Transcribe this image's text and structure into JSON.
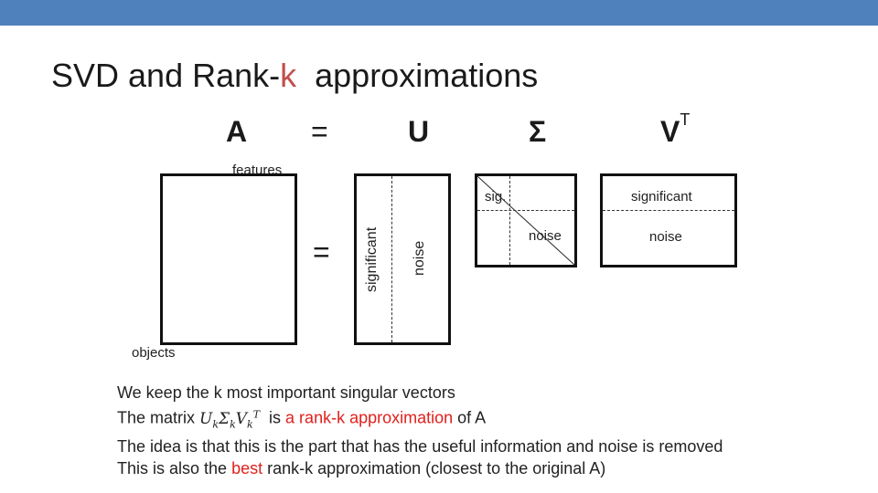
{
  "title": {
    "prefix": "SVD and Rank-",
    "accent": "k",
    "suffix": "  approximations"
  },
  "equation": {
    "A": "A",
    "eq": "=",
    "U": "U",
    "Sigma": "Σ",
    "V": "V",
    "T": "T"
  },
  "diagram": {
    "features": "features",
    "objects": "objects",
    "eq": "=",
    "u_significant": "significant",
    "u_noise": "noise",
    "sigma_sig": "sig.",
    "sigma_noise": "noise",
    "vt_significant": "significant",
    "vt_noise": "noise"
  },
  "bullets": {
    "line1": "We keep the k most important singular vectors",
    "line2_a": "The matrix ",
    "line2_math_U": "U",
    "line2_math_S": "Σ",
    "line2_math_V": "V",
    "line2_sub": "k",
    "line2_sup": "T",
    "line2_b": "  is ",
    "line2_red": "a rank-k approximation",
    "line2_c": " of A",
    "line3": "The idea is that this is the part that has the useful information and noise is removed",
    "line4_a": "This is also the ",
    "line4_red": "best",
    "line4_b": " rank-k approximation (closest to the original A)"
  },
  "colors": {
    "topbar": "#4f81bd",
    "accent": "#c0504d",
    "highlight": "#e0201c"
  }
}
